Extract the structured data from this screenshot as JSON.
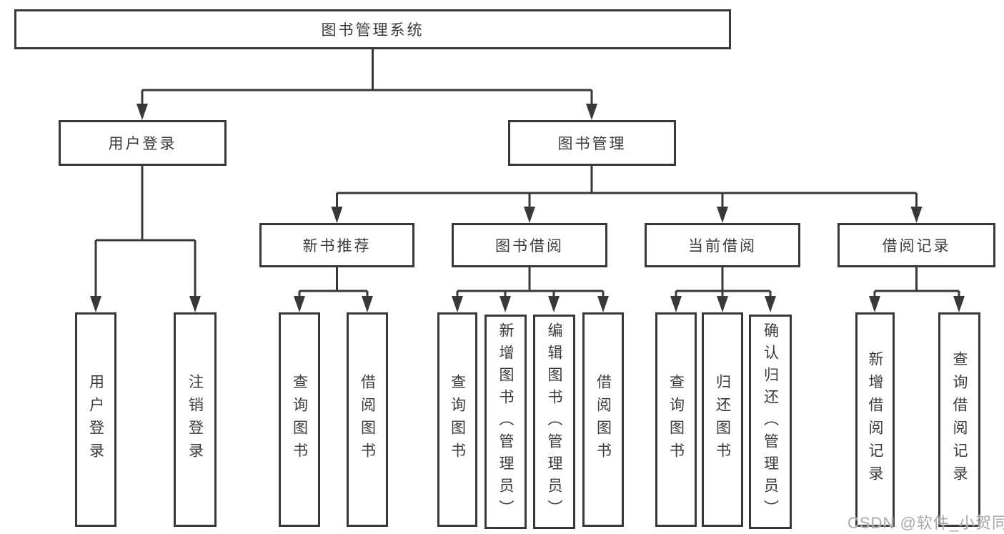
{
  "tree": {
    "label": "图书管理系统",
    "children": [
      {
        "label": "用户登录",
        "children": [
          {
            "label": "用户登录"
          },
          {
            "label": "注销登录"
          }
        ]
      },
      {
        "label": "图书管理",
        "children": [
          {
            "label": "新书推荐",
            "children": [
              {
                "label": "查询图书"
              },
              {
                "label": "借阅图书"
              }
            ]
          },
          {
            "label": "图书借阅",
            "children": [
              {
                "label": "查询图书"
              },
              {
                "label": "新增图书（管理员）"
              },
              {
                "label": "编辑图书（管理员）"
              },
              {
                "label": "借阅图书"
              }
            ]
          },
          {
            "label": "当前借阅",
            "children": [
              {
                "label": "查询图书"
              },
              {
                "label": "归还图书"
              },
              {
                "label": "确认归还（管理员）"
              }
            ]
          },
          {
            "label": "借阅记录",
            "children": [
              {
                "label": "新增借阅记录"
              },
              {
                "label": "查询借阅记录"
              }
            ]
          }
        ]
      }
    ]
  },
  "watermark": {
    "text": "CSDN @软件_小贺同学"
  },
  "colors": {
    "line": "#383838",
    "box_border": "#383838",
    "box_background": "#ffffff",
    "text": "#3a3a3a",
    "watermark": "#a8a8a8",
    "page_background": "#ffffff"
  }
}
